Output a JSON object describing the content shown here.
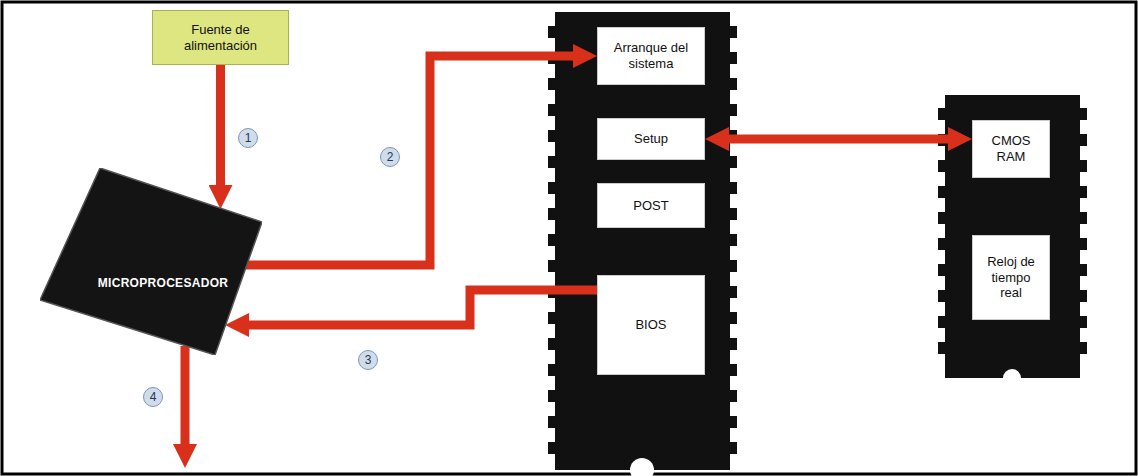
{
  "diagram": {
    "nodes": [
      {
        "text": [
          "Fuente de alimentación"
        ]
      },
      {
        "text": [
          "MICROPROCESADOR"
        ]
      },
      {
        "text": [
          "Arranque del sistema"
        ]
      },
      {
        "text": [
          "Setup"
        ]
      },
      {
        "text": [
          "POST"
        ]
      },
      {
        "text": [
          "BIOS"
        ]
      },
      {
        "text": [
          "CMOS RAM"
        ]
      },
      {
        "text": [
          "Reloj de tiempo real"
        ]
      }
    ],
    "edges": [
      {
        "from": 0,
        "to": 1,
        "arrow": "to"
      },
      {
        "from": 1,
        "to": 2,
        "arrow": "to"
      },
      {
        "from": 5,
        "to": 1,
        "arrow": "to"
      },
      {
        "from": 3,
        "to": 6,
        "arrow": "both"
      }
    ],
    "labels": [
      "1",
      "2",
      "3",
      "4"
    ]
  }
}
